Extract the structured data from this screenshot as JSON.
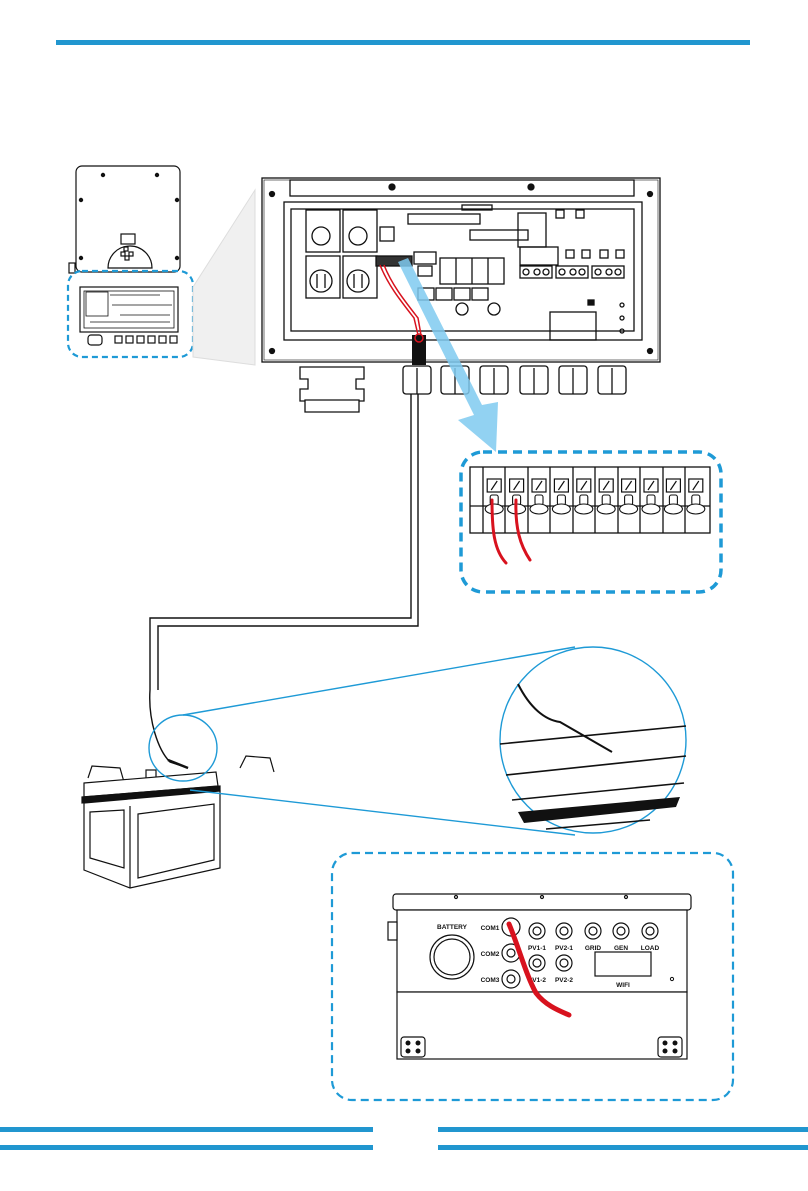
{
  "colors": {
    "accent": "#2196cf",
    "callout": "#1e9ad6",
    "wire_red": "#d8121e",
    "highlight_arrow": "#7fcaf0"
  },
  "figure": {
    "description": "Battery temperature sensor wiring diagram",
    "bottom_panel_labels": {
      "battery": "BATTERY",
      "com1": "COM1",
      "com2": "COM2",
      "com3": "COM3",
      "pv1_1": "PV1-1",
      "pv2_1": "PV2-1",
      "grid": "GRID",
      "gen": "GEN",
      "load": "LOAD",
      "pv1_2": "PV1-2",
      "pv2_2": "PV2-2",
      "wifi": "WIFI"
    },
    "terminal_block_positions": 10,
    "wired_terminals": [
      1,
      2
    ]
  }
}
